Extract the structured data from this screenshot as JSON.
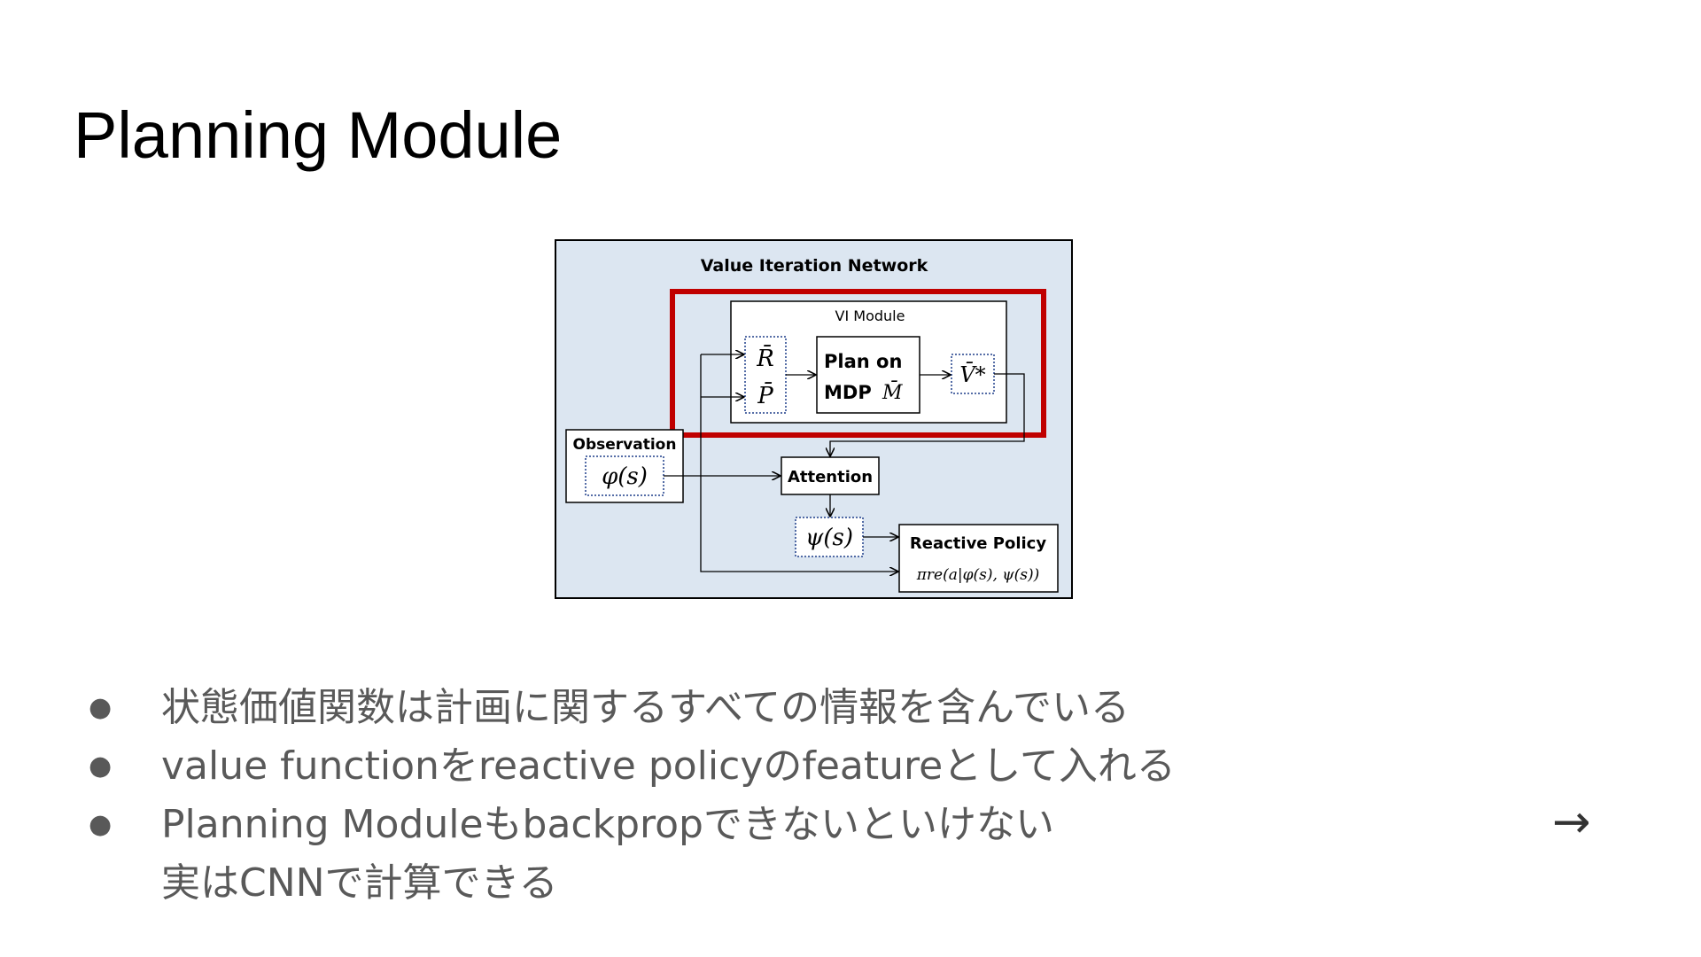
{
  "slide": {
    "title": "Planning Module"
  },
  "diagram": {
    "title": "Value Iteration Network",
    "vi_module_label": "VI Module",
    "reward_symbol": "R̄",
    "transition_symbol": "P̄",
    "plan_line1": "Plan on",
    "plan_line2": "MDP",
    "plan_mdp_symbol": "M̄",
    "value_symbol": "V̄*",
    "observation_label": "Observation",
    "phi_symbol": "φ(s)",
    "attention_label": "Attention",
    "psi_symbol": "ψ(s)",
    "reactive_policy_label": "Reactive Policy",
    "policy_formula": "πre(a|φ(s), ψ(s))",
    "highlight_color": "#c00000",
    "background_color": "#dce6f1"
  },
  "bullets": [
    {
      "lines": [
        "状態価値関数は計画に関するすべての情報を含んでいる"
      ]
    },
    {
      "lines": [
        "value functionをreactive policyのfeatureとして入れる"
      ]
    },
    {
      "lines": [
        "Planning Moduleもbackpropできないといけない",
        "実はCNNで計算できる"
      ]
    }
  ],
  "navigation": {
    "next_arrow": "→",
    "next_icon": "arrow-right-icon"
  }
}
